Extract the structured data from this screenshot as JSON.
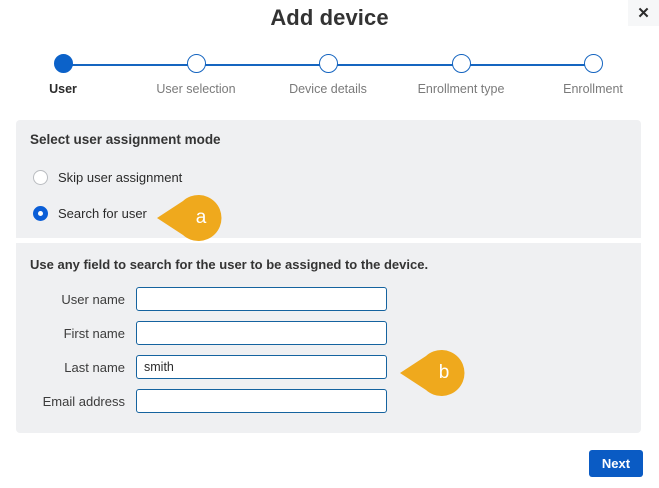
{
  "dialog": {
    "title": "Add device",
    "close_icon": "close-icon",
    "close_glyph": "✕"
  },
  "stepper": {
    "steps": [
      {
        "label": "User",
        "state": "active"
      },
      {
        "label": "User selection",
        "state": "upcoming"
      },
      {
        "label": "Device details",
        "state": "upcoming"
      },
      {
        "label": "Enrollment type",
        "state": "upcoming"
      },
      {
        "label": "Enrollment",
        "state": "upcoming"
      }
    ],
    "active_color": "#0c62c9",
    "line_color": "#1565c0"
  },
  "mode_panel": {
    "heading": "Select user assignment mode",
    "options": [
      {
        "label": "Skip user assignment",
        "checked": false
      },
      {
        "label": "Search for user",
        "checked": true
      }
    ]
  },
  "search_panel": {
    "note": "Use any field to search for the user to be assigned to the device.",
    "fields": [
      {
        "label": "User name",
        "value": "",
        "placeholder": ""
      },
      {
        "label": "First name",
        "value": "",
        "placeholder": ""
      },
      {
        "label": "Last name",
        "value": "smith",
        "placeholder": ""
      },
      {
        "label": "Email address",
        "value": "",
        "placeholder": ""
      }
    ]
  },
  "callouts": [
    {
      "letter": "a",
      "color": "#efa91d"
    },
    {
      "letter": "b",
      "color": "#efa91d"
    }
  ],
  "footer": {
    "next_label": "Next",
    "next_color": "#0a5bc4"
  }
}
